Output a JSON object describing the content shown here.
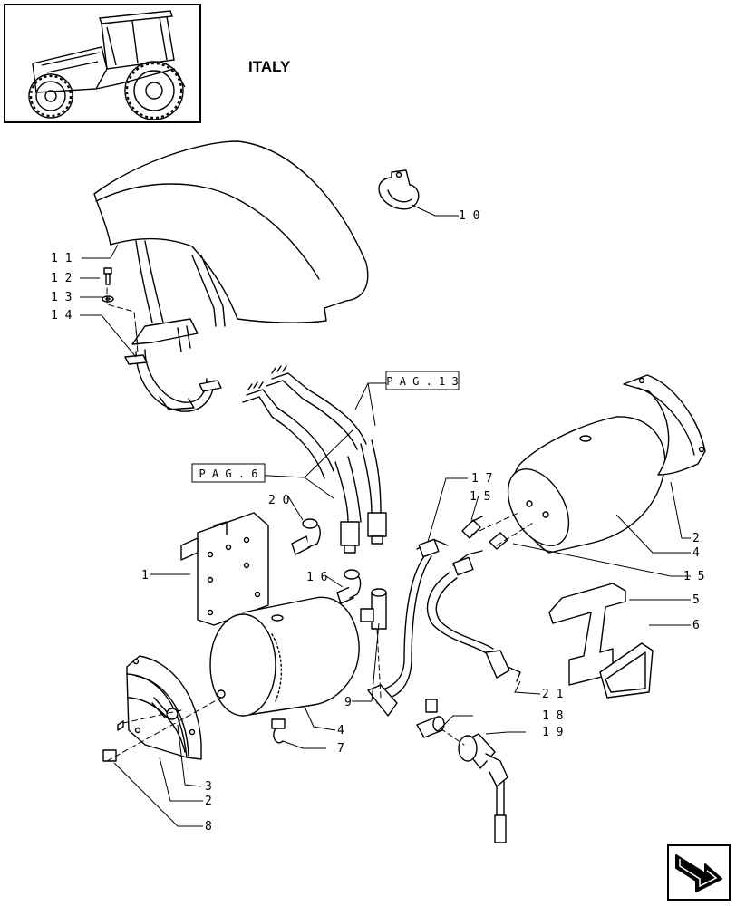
{
  "header": {
    "region_label": "ITALY"
  },
  "callouts": {
    "c1": "1",
    "c2a": "2",
    "c2b": "2",
    "c3": "3",
    "c4a": "4",
    "c4b": "4",
    "c5": "5",
    "c6": "6",
    "c7": "7",
    "c8": "8",
    "c9": "9",
    "c10": "1 0",
    "c11": "1 1",
    "c12": "1 2",
    "c13": "1 3",
    "c14": "1 4",
    "c15a": "1 5",
    "c15b": "1 5",
    "c16": "1 6",
    "c17": "1 7",
    "c18": "1 8",
    "c19": "1 9",
    "c20": "2 0",
    "c21": "2 1"
  },
  "page_refs": {
    "ref_pag13": "P A G .   1 3",
    "ref_pag6": "P A G .   6"
  },
  "icons": {
    "thumbnail": "tractor-thumbnail-icon",
    "nav": "next-page-arrow-icon"
  }
}
